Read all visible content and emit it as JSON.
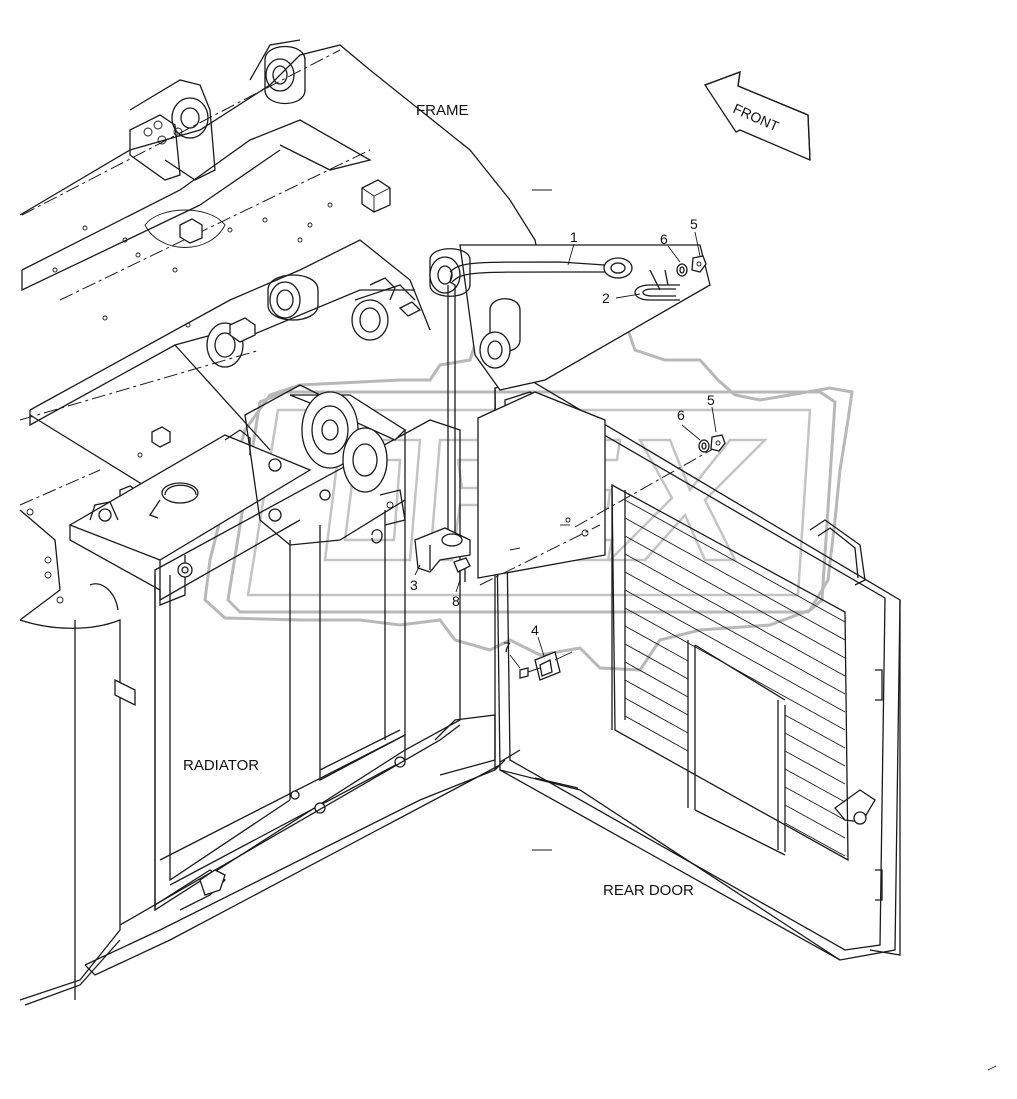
{
  "labels": {
    "frame": "FRAME",
    "front": "FRONT",
    "radiator": "RADIATOR",
    "rear_door": "REAR DOOR"
  },
  "callouts": [
    "1",
    "2",
    "3",
    "4",
    "5",
    "6",
    "5",
    "6",
    "7",
    "8"
  ],
  "watermark": "OPEX"
}
